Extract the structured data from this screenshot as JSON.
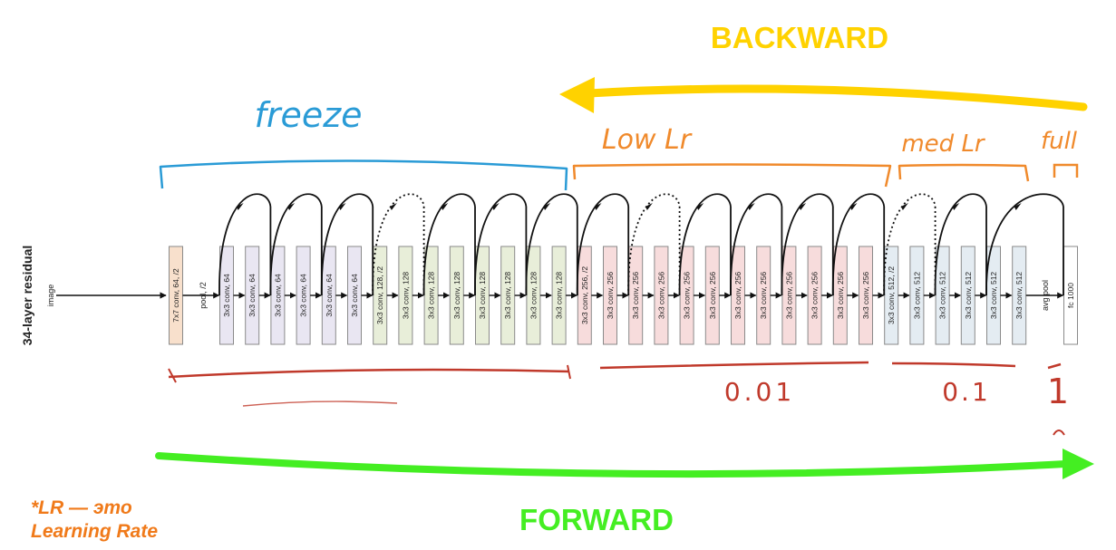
{
  "titles": {
    "backward": "BACKWARD",
    "forward": "FORWARD",
    "freeze": "freeze",
    "low_lr": "Low Lr",
    "med_lr": "med Lr",
    "full": "full",
    "val_low": "0.01",
    "val_med": "0.1",
    "val_full": "1"
  },
  "network": {
    "side_label": "34-layer residual",
    "input_label": "image",
    "pool_label": "pool, /2",
    "avg_pool_label": "avg pool",
    "layers": [
      "7x7 conv, 64, /2",
      "3x3 conv, 64",
      "3x3 conv, 64",
      "3x3 conv, 64",
      "3x3 conv, 64",
      "3x3 conv, 64",
      "3x3 conv, 64",
      "3x3 conv, 128, /2",
      "3x3 conv, 128",
      "3x3 conv, 128",
      "3x3 conv, 128",
      "3x3 conv, 128",
      "3x3 conv, 128",
      "3x3 conv, 128",
      "3x3 conv, 128",
      "3x3 conv, 256, /2",
      "3x3 conv, 256",
      "3x3 conv, 256",
      "3x3 conv, 256",
      "3x3 conv, 256",
      "3x3 conv, 256",
      "3x3 conv, 256",
      "3x3 conv, 256",
      "3x3 conv, 256",
      "3x3 conv, 256",
      "3x3 conv, 256",
      "3x3 conv, 256",
      "3x3 conv, 512, /2",
      "3x3 conv, 512",
      "3x3 conv, 512",
      "3x3 conv, 512",
      "3x3 conv, 512",
      "3x3 conv, 512",
      "fc 1000"
    ]
  },
  "footnote": {
    "line1": "*LR — это",
    "line2": "Learning Rate"
  },
  "colors": {
    "backward": "#ffd200",
    "forward": "#44ee22",
    "freeze": "#2a9bd6",
    "lr_orange": "#f08a2c",
    "red_ink": "#c0392b",
    "footnote": "#f07a1a",
    "block_first": "#f8e0cc",
    "block_64": "#e9e6f2",
    "block_128": "#e8eed9",
    "block_256": "#f7dcdc",
    "block_512": "#e4ecf2",
    "block_fc": "#ffffff"
  }
}
